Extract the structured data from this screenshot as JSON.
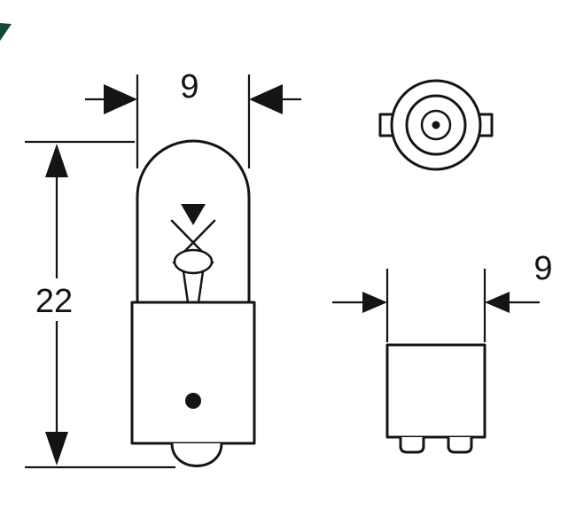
{
  "drawing": {
    "side_view": {
      "diameter_label": "9",
      "length_label": "22"
    },
    "base_front_view": {
      "diameter_label": "9"
    },
    "colors": {
      "line": "#141414",
      "background": "#ffffff",
      "logo_fragment": "#14463a"
    }
  }
}
